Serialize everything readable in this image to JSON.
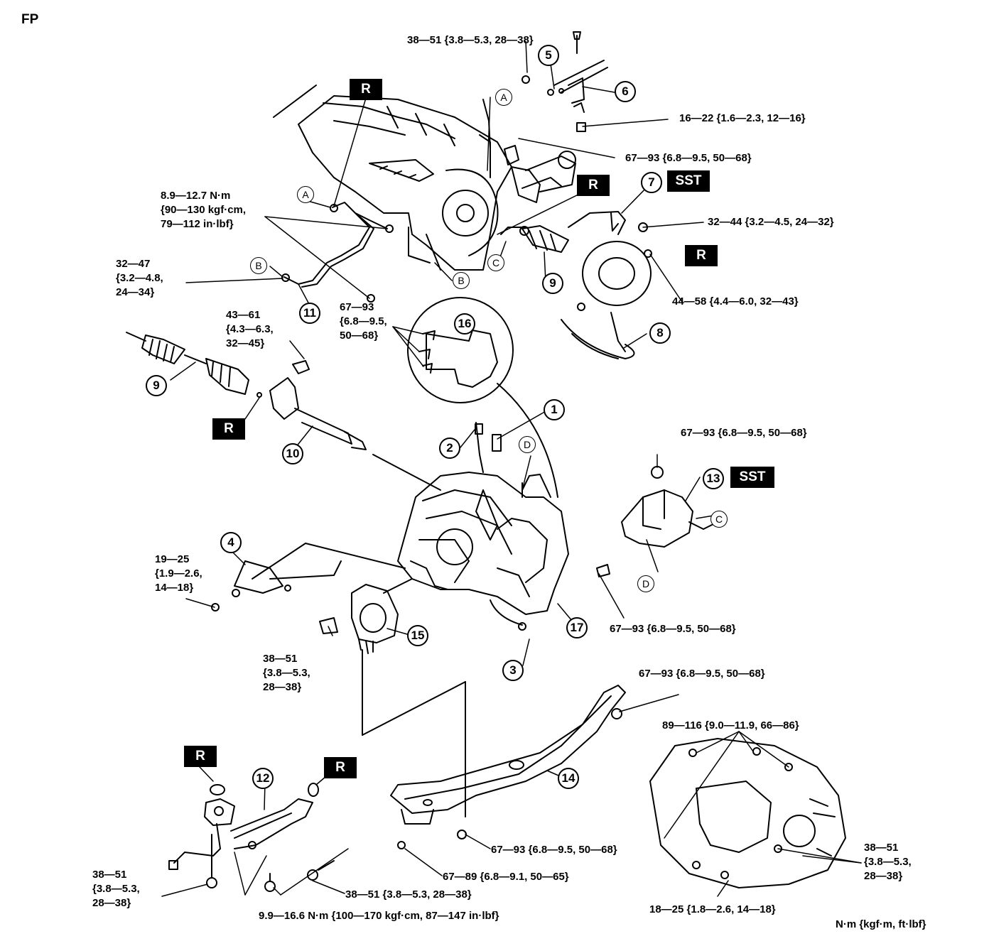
{
  "corner_label": "FP",
  "unit_note": "N·m {kgf·m, ft·lbf}",
  "badges": {
    "replace": "R",
    "special_tool": "SST"
  },
  "ref_letters": {
    "a": "A",
    "b": "B",
    "c": "C",
    "d": "D"
  },
  "callouts": {
    "n1": "1",
    "n2": "2",
    "n3": "3",
    "n4": "4",
    "n5": "5",
    "n6": "6",
    "n7": "7",
    "n8": "8",
    "n9": "9",
    "n10": "10",
    "n11": "11",
    "n12": "12",
    "n13": "13",
    "n14": "14",
    "n15": "15",
    "n16": "16",
    "n17": "17"
  },
  "torque": {
    "t_top": "38—51 {3.8—5.3, 28—38}",
    "t_16_22": "16—22 {1.6—2.3, 12—16}",
    "t_67_93_upper": "67—93 {6.8—9.5, 50—68}",
    "t_89_l1": "8.9—12.7 N·m",
    "t_89_l2": "{90—130 kgf·cm,",
    "t_89_l3": "79—112 in·lbf}",
    "t_32_44": "32—44 {3.2—4.5, 24—32}",
    "t_32_47_l1": "32—47",
    "t_32_47_l2": "{3.2—4.8,",
    "t_32_47_l3": "24—34}",
    "t_44_58": "44—58 {4.4—6.0, 32—43}",
    "t_43_61_l1": "43—61",
    "t_43_61_l2": "{4.3—6.3,",
    "t_43_61_l3": "32—45}",
    "t_67_93_mid_l1": "67—93",
    "t_67_93_mid_l2": "{6.8—9.5,",
    "t_67_93_mid_l3": "50—68}",
    "t_67_93_right": "67—93 {6.8—9.5, 50—68}",
    "t_19_25_l1": "19—25",
    "t_19_25_l2": "{1.9—2.6,",
    "t_19_25_l3": "14—18}",
    "t_67_93_mount": "67—93 {6.8—9.5, 50—68}",
    "t_38_51_mid_l1": "38—51",
    "t_38_51_mid_l2": "{3.8—5.3,",
    "t_38_51_mid_l3": "28—38}",
    "t_67_93_cross": "67—93 {6.8—9.5, 50—68}",
    "t_89_116": "89—116 {9.0—11.9, 66—86}",
    "t_67_93_bottom": "67—93 {6.8—9.5, 50—68}",
    "t_67_89": "67—89 {6.8—9.1, 50—65}",
    "t_38_51_bl_l1": "38—51",
    "t_38_51_bl_l2": "{3.8—5.3,",
    "t_38_51_bl_l3": "28—38}",
    "t_38_51_pipe": "38—51 {3.8—5.3, 28—38}",
    "t_99_166": "9.9—16.6 N·m {100—170 kgf·cm, 87—147 in·lbf}",
    "t_38_51_br_l1": "38—51",
    "t_38_51_br_l2": "{3.8—5.3,",
    "t_38_51_br_l3": "28—38}",
    "t_18_25": "18—25 {1.8—2.6, 14—18}"
  }
}
